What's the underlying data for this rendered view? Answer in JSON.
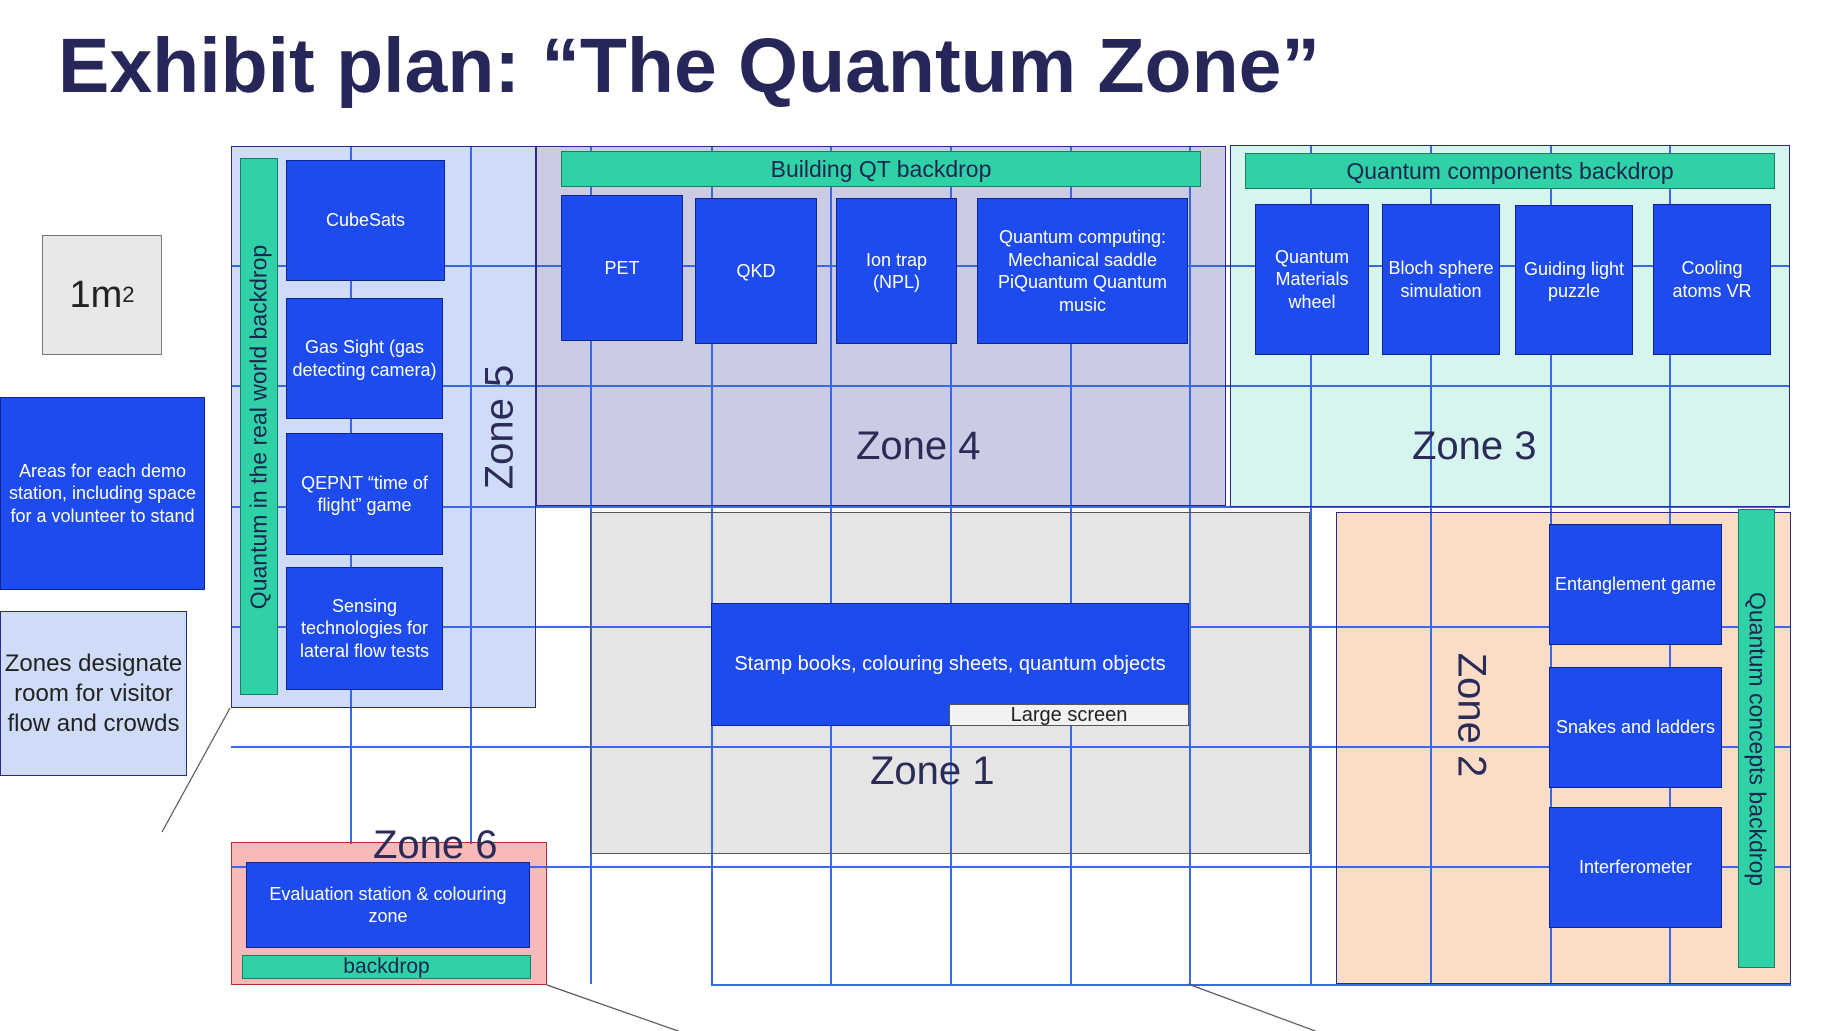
{
  "title": "Exhibit plan: “The Quantum Zone”",
  "legend": {
    "unit_base": "1m",
    "unit_exp": "2",
    "station_note": "Areas for each demo station, including space for a volunteer to stand",
    "zones_note": "Zones designate room for visitor flow and crowds"
  },
  "zones": {
    "zone1": "Zone 1",
    "zone2": "Zone 2",
    "zone3": "Zone 3",
    "zone4": "Zone 4",
    "zone5": "Zone 5",
    "zone6": "Zone 6"
  },
  "backdrops": {
    "real_world": "Quantum in the real world backdrop",
    "building_qt": "Building  QT backdrop",
    "components": "Quantum components backdrop",
    "concepts": "Quantum concepts backdrop",
    "zone6": "backdrop"
  },
  "stations": {
    "cubesats": "CubeSats",
    "gas_sight": "Gas Sight (gas detecting camera)",
    "qepnt": "QEPNT  “time of flight” game",
    "sensing": "Sensing technologies for lateral flow tests",
    "pet": "PET",
    "qkd": "QKD",
    "ion_trap": "Ion trap (NPL)",
    "quantum_computing": "Quantum computing: Mechanical saddle PiQuantum Quantum music",
    "materials_wheel": "Quantum Materials wheel",
    "bloch": "Bloch sphere simulation",
    "guiding_light": "Guiding light puzzle",
    "cooling_atoms": "Cooling atoms VR",
    "stamp_books": "Stamp books, colouring sheets, quantum objects",
    "large_screen": "Large screen",
    "entanglement": "Entanglement game",
    "snakes": "Snakes and ladders",
    "interferometer": "Interferometer",
    "evaluation": "Evaluation station & colouring zone"
  },
  "colors": {
    "title": "#262659",
    "station": "#1d4bed",
    "backdrop": "#31d1a8",
    "zone1": "#e5e5e5",
    "zone2": "#fbdcc7",
    "zone3": "#d6f5ee",
    "zone4": "#cbcbe4",
    "zone5": "#cfdcf8",
    "zone6": "#f7b9b9",
    "grid": "#3b68e6"
  }
}
